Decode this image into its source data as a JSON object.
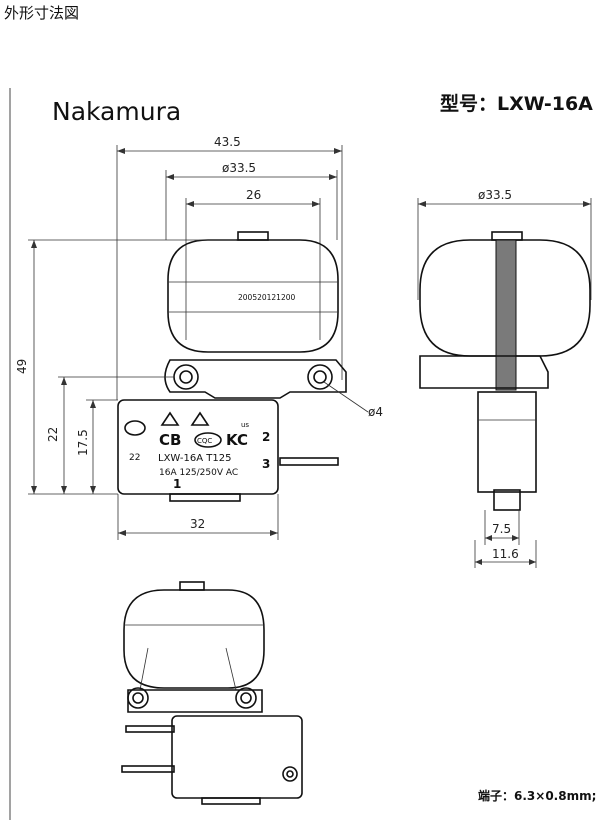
{
  "page": {
    "title": "外形寸法図"
  },
  "drawing": {
    "brand": "Nakamura",
    "model": "型号：LXW-16A",
    "terminal_note": "端子：6.3×0.8mm;",
    "date_code": "200520121200",
    "marks": {
      "cb": "CB",
      "kc": "KC",
      "cqc": "CQC",
      "us": "us",
      "model_line": "LXW-16A  T125",
      "rating_line": "16A  125/250V  AC",
      "pin1": "1",
      "pin2": "2",
      "pin3": "3",
      "code22": "22"
    },
    "dimensions": {
      "width_total": "43.5",
      "dia_outer": "ø33.5",
      "width_inner": "26",
      "height_total": "49",
      "height_mid": "22",
      "height_low": "17.5",
      "hole_dia": "ø4",
      "base_width": "32",
      "side_dia": "ø33.5",
      "side_w1": "7.5",
      "side_w2": "11.6"
    }
  }
}
